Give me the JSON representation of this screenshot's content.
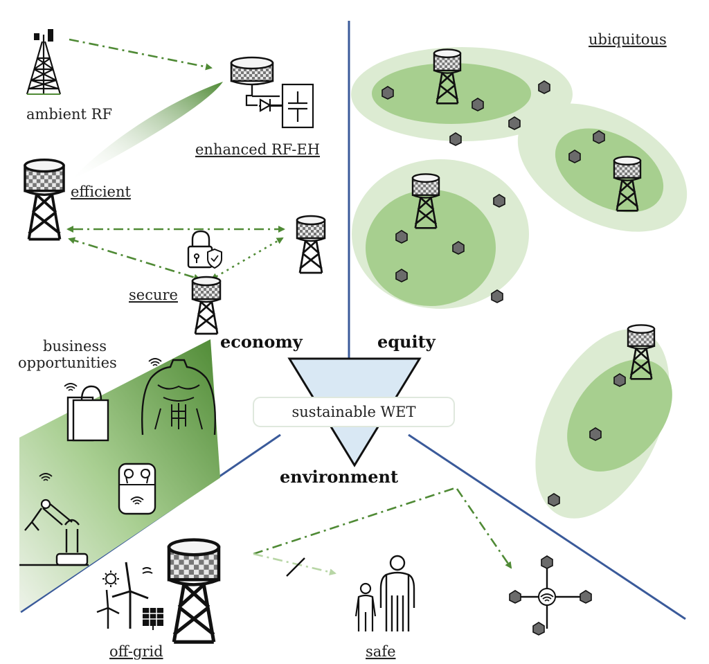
{
  "labels": {
    "ambient_rf": "ambient RF",
    "enhanced_rf_eh": "enhanced RF-EH",
    "efficient": "efficient",
    "secure": "secure",
    "business_line1": "business",
    "business_line2": "opportunities",
    "economy": "economy",
    "equity": "equity",
    "environment": "environment",
    "sustainable_wet": "sustainable WET",
    "ubiquitous": "ubiquitous",
    "off_grid": "off-grid",
    "safe": "safe"
  },
  "colors": {
    "green_dark": "#4f8a35",
    "green_light": "#dcebd2",
    "green_mid": "#a7cf8f",
    "blue_line": "#3a5a9a",
    "triangle_fill": "#d9e8f4",
    "node_fill": "#6b6b6b"
  }
}
